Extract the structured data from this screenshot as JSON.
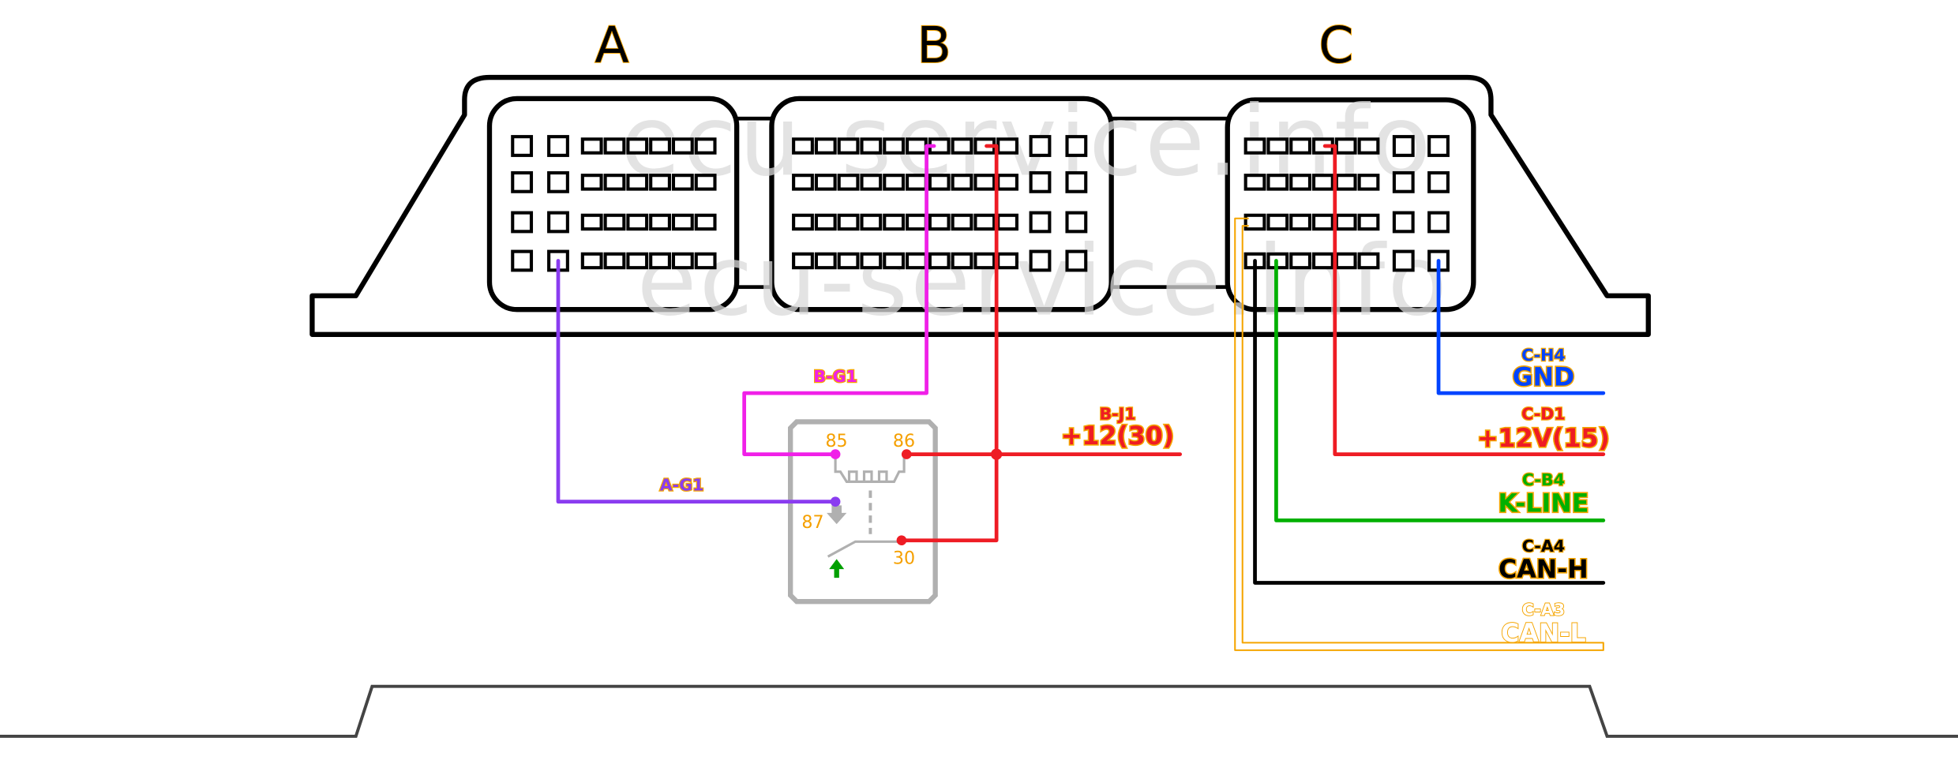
{
  "watermark": "ecu-service.info",
  "connectors": [
    {
      "id": "A",
      "label": "A"
    },
    {
      "id": "B",
      "label": "B"
    },
    {
      "id": "C",
      "label": "C"
    }
  ],
  "colors": {
    "purple": "#8a3cf0",
    "magenta": "#f020e8",
    "red": "#ee1c24",
    "blue": "#0044ff",
    "green": "#00b000",
    "black": "#000000",
    "orange": "#f5a500",
    "relay_gray": "#b0b0b0",
    "relay_numbers": "#f5a000",
    "arrow_green": "#00a000"
  },
  "wires": [
    {
      "id": "a-g1",
      "pin": "A-G1",
      "color": "#8a3cf0",
      "label": "A-G1"
    },
    {
      "id": "b-g1",
      "pin": "B-G1",
      "color": "#f020e8",
      "label": "B-G1"
    },
    {
      "id": "b-j1",
      "pin": "B-J1",
      "color": "#ee1c24",
      "label": "B-J1",
      "signal": "+12(30)"
    }
  ],
  "outputs": [
    {
      "id": "gnd",
      "pin": "C-H4",
      "signal": "GND",
      "color": "#0044ff"
    },
    {
      "id": "plus12v15",
      "pin": "C-D1",
      "signal": "+12V(15)",
      "color": "#ee1c24"
    },
    {
      "id": "kline",
      "pin": "C-B4",
      "signal": "K-LINE",
      "color": "#00b000"
    },
    {
      "id": "canh",
      "pin": "C-A4",
      "signal": "CAN-H",
      "color": "#000000"
    },
    {
      "id": "canl",
      "pin": "C-A3",
      "signal": "CAN-L",
      "color": "#f5a500"
    }
  ],
  "relay": {
    "terminals": {
      "t85": "85",
      "t86": "86",
      "t87": "87",
      "t30": "30"
    }
  }
}
